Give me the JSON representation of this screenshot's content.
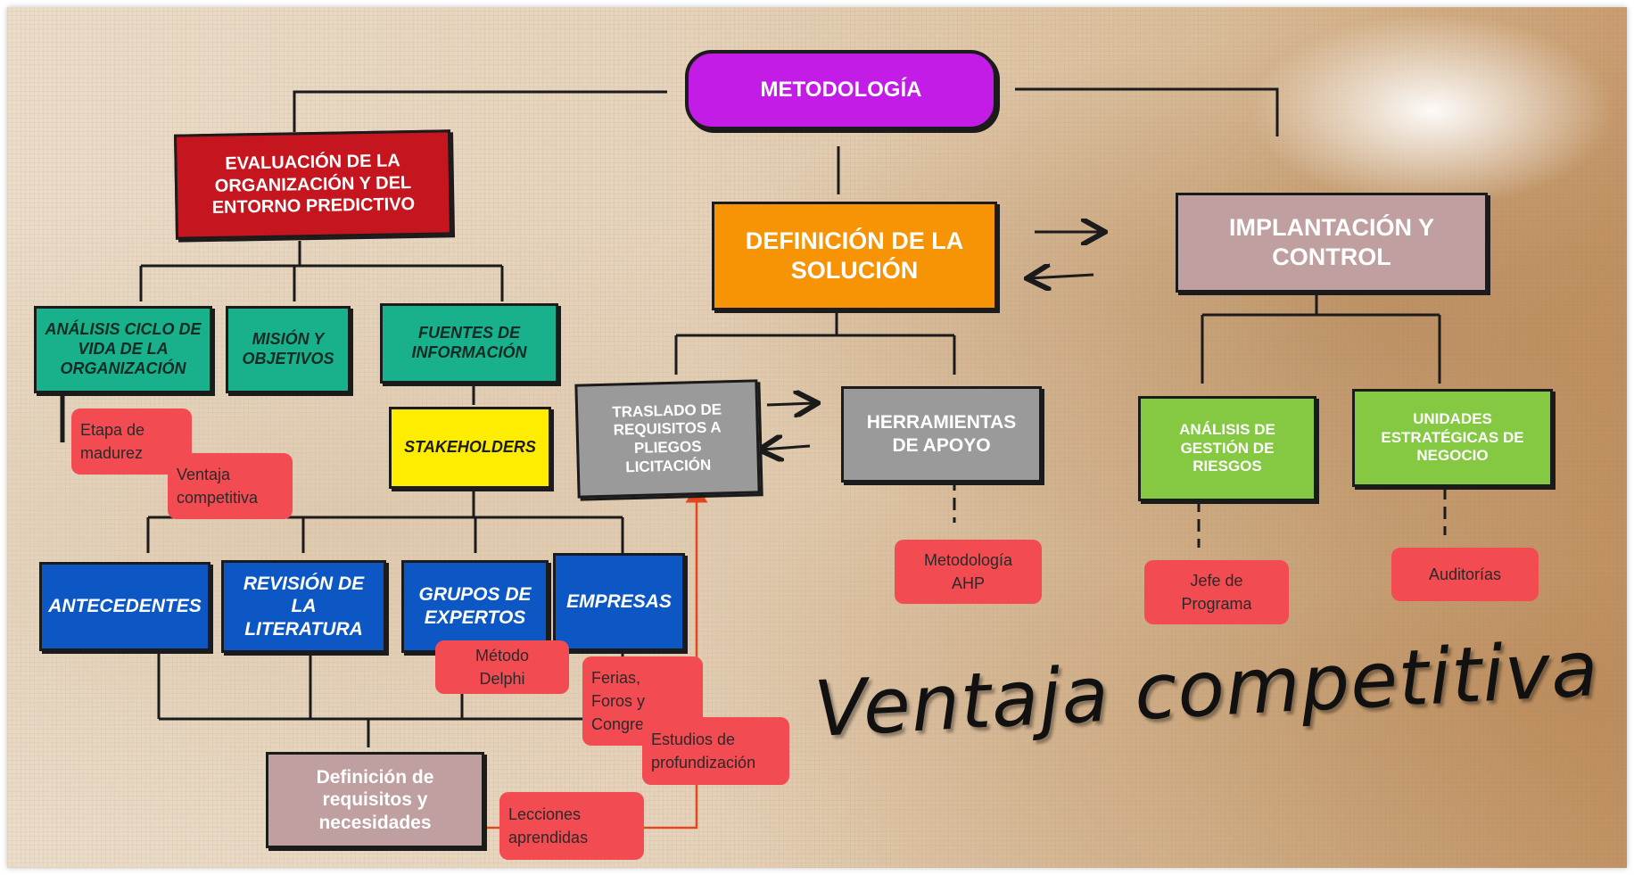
{
  "root": "METODOLOGÍA",
  "evaluacion": {
    "title": [
      "EVALUACIÓN DE LA",
      "ORGANIZACIÓN Y DEL",
      "ENTORNO PREDICTIVO"
    ],
    "analisis": [
      "ANÁLISIS CICLO DE",
      "VIDA DE LA",
      "ORGANIZACIÓN"
    ],
    "mision": [
      "MISIÓN Y",
      "OBJETIVOS"
    ],
    "fuentes": [
      "FUENTES DE",
      "INFORMACIÓN"
    ],
    "stakeholders": "STAKEHOLDERS",
    "antecedentes": "ANTECEDENTES",
    "revision": [
      "REVISIÓN DE",
      "LA",
      "LITERATURA"
    ],
    "grupos": [
      "GRUPOS DE",
      "EXPERTOS"
    ],
    "empresas": "EMPRESAS",
    "definicion_requisitos": [
      "Definición de",
      "requisitos y",
      "necesidades"
    ]
  },
  "definicion": {
    "title": [
      "DEFINICIÓN DE LA",
      "SOLUCIÓN"
    ],
    "traslado": [
      "TRASLADO DE",
      "REQUISITOS A",
      "PLIEGOS",
      "LICITACIÓN"
    ],
    "herramientas": [
      "HERRAMIENTAS",
      "DE APOYO"
    ]
  },
  "implantacion": {
    "title": [
      "IMPLANTACIÓN Y",
      "CONTROL"
    ],
    "riesgos": [
      "ANÁLISIS DE",
      "GESTIÓN DE",
      "RIESGOS"
    ],
    "unidades": [
      "UNIDADES",
      "ESTRATÉGICAS DE",
      "NEGOCIO"
    ]
  },
  "notes": {
    "etapa": [
      "Etapa de",
      "madurez"
    ],
    "ventaja_nota": [
      "Ventaja",
      "competitiva"
    ],
    "delphi": [
      "Método",
      "Delphi"
    ],
    "ferias": [
      "Ferias,",
      "Foros y",
      "Congresos"
    ],
    "estudios": [
      "Estudios de",
      "profundización"
    ],
    "lecciones": [
      "Lecciones",
      "aprendidas"
    ],
    "ahp": [
      "Metodología",
      "AHP"
    ],
    "jefe": [
      "Jefe de",
      "Programa"
    ],
    "auditorias": "Auditorías"
  },
  "headline": "Ventaja competitiva",
  "colors": {
    "root": "#c21ce6",
    "evaluacion": "#c5151f",
    "definicion": "#f79406",
    "implantacion": "#bf9f9f",
    "teal": "#19b18c",
    "stakeholders": "#ffed00",
    "blue": "#0c57c4",
    "grey": "#9a9a9a",
    "green": "#85c943",
    "note": "#f24b51",
    "feedback_arrow": "#e2471e"
  }
}
